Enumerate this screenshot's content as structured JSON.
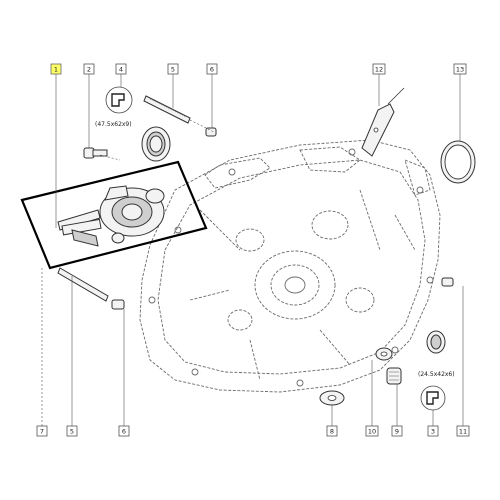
{
  "callouts": [
    {
      "id": "c1",
      "label": "1",
      "highlight": true
    },
    {
      "id": "c2",
      "label": "2"
    },
    {
      "id": "c4t",
      "label": "4"
    },
    {
      "id": "c5t",
      "label": "5"
    },
    {
      "id": "c6t",
      "label": "6"
    },
    {
      "id": "c12",
      "label": "12"
    },
    {
      "id": "c13",
      "label": "13"
    },
    {
      "id": "c7",
      "label": "7"
    },
    {
      "id": "c5b",
      "label": "5"
    },
    {
      "id": "c6b",
      "label": "6"
    },
    {
      "id": "c8",
      "label": "8"
    },
    {
      "id": "c10",
      "label": "10"
    },
    {
      "id": "c9",
      "label": "9"
    },
    {
      "id": "c3",
      "label": "3"
    },
    {
      "id": "c11",
      "label": "11"
    }
  ],
  "specs": {
    "seal_top": "(47.5x62x9)",
    "seal_bottom": "(24.5x42x6)"
  },
  "colors": {
    "highlight": "#ffff66",
    "line": "#555555",
    "frame": "#000000"
  }
}
